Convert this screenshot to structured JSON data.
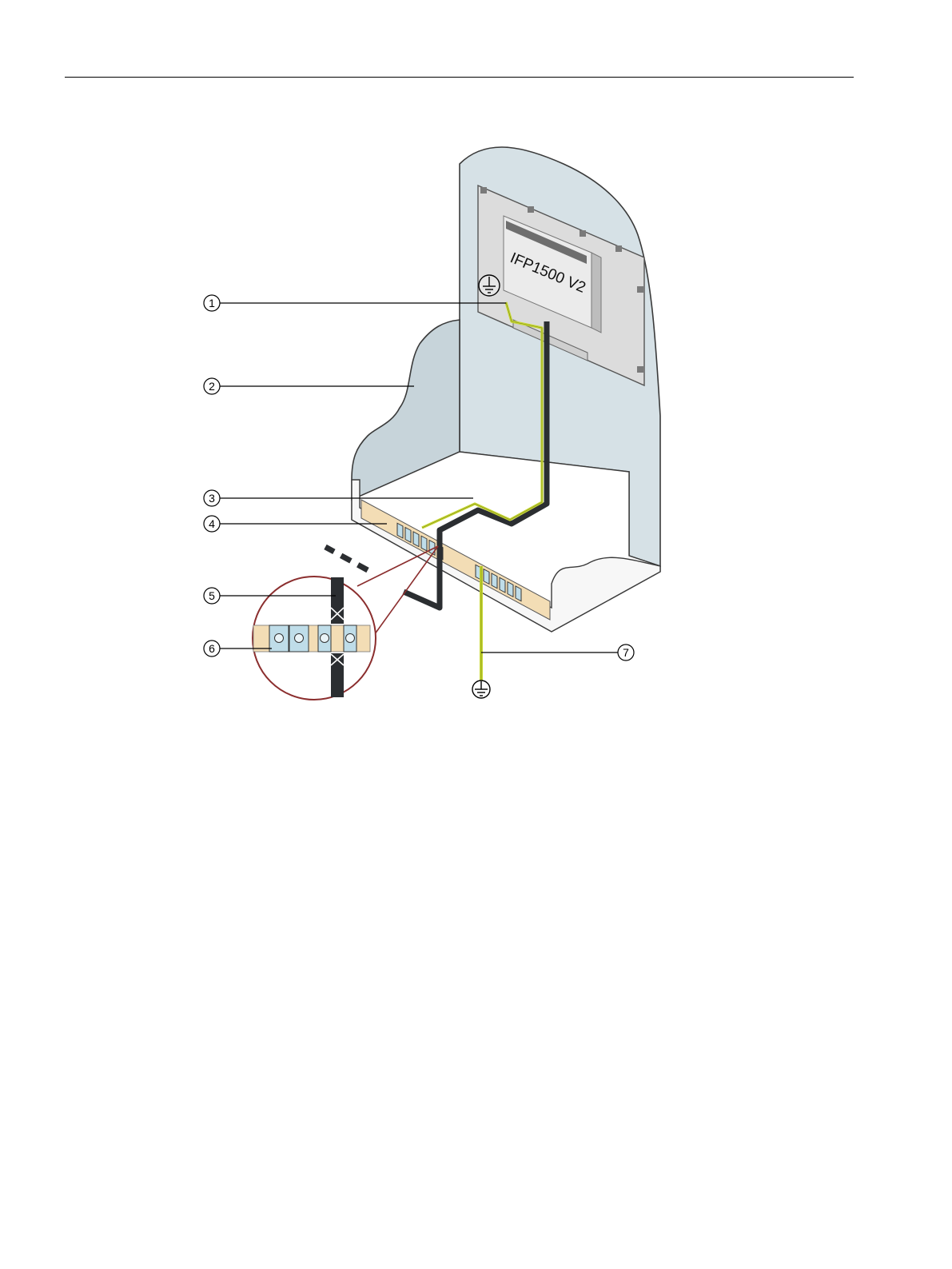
{
  "device": {
    "label": "IFP1500 V2"
  },
  "callouts": [
    {
      "number": "1"
    },
    {
      "number": "2"
    },
    {
      "number": "3"
    },
    {
      "number": "4"
    },
    {
      "number": "5"
    },
    {
      "number": "6"
    },
    {
      "number": "7"
    }
  ],
  "colors": {
    "ground_wire": "#c8d832",
    "cable": "#2b2e31",
    "cabinet_wall": "#d6e1e6",
    "rail": "#f3ddb5",
    "clamp": "#bfdde9",
    "magnifier_ring": "#8b2e2e"
  },
  "icons": [
    "ground-symbol-icon",
    "protective-earth-icon"
  ]
}
